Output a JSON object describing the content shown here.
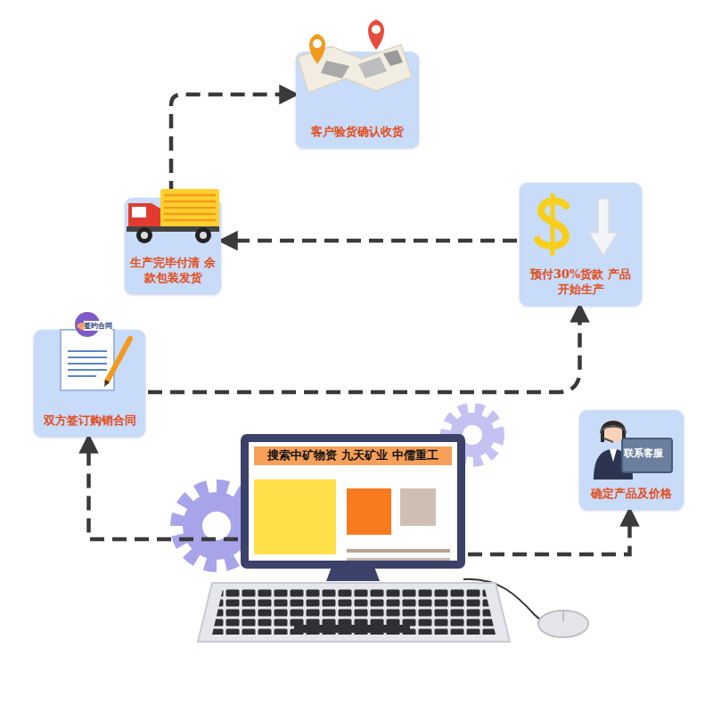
{
  "diagram": {
    "nodes": [
      {
        "text": [
          "客户验货确认收货"
        ]
      },
      {
        "text": [
          "生产完毕付清 余款包装发货"
        ]
      },
      {
        "text": [
          "预付30%货款 产品开始生产"
        ]
      },
      {
        "text": [
          "双方签订购销合同"
        ]
      },
      {
        "text": [
          "联系客服",
          "确定产品及价格"
        ]
      },
      {
        "text": [
          "搜索中矿物资 九天矿业 中儒重工"
        ]
      }
    ],
    "edges": [
      {
        "from": 5,
        "to": 4,
        "arrow": "to"
      },
      {
        "from": 5,
        "to": 3,
        "arrow": "to"
      },
      {
        "from": 3,
        "to": 2,
        "arrow": "to"
      },
      {
        "from": 2,
        "to": 1,
        "arrow": "to"
      },
      {
        "from": 1,
        "to": 0,
        "arrow": "to"
      }
    ],
    "labels": [
      "签约合同"
    ]
  }
}
